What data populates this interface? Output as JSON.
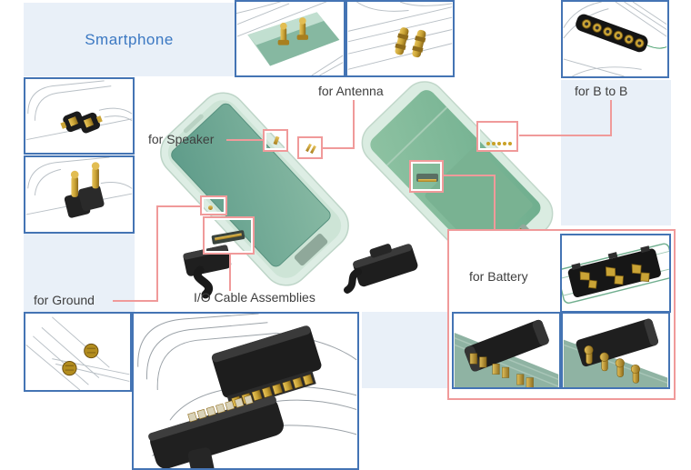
{
  "page": {
    "title": "Smartphone"
  },
  "annotations": {
    "speaker": "for Speaker",
    "antenna": "for Antenna",
    "ground": "for Ground",
    "io": "I/O Cable Assemblies",
    "btob": "for B to B",
    "battery": "for Battery"
  },
  "colors": {
    "panel_blue": "#e9f0f8",
    "tile_border_blue": "#4474b4",
    "leader_salmon": "#f09a9a",
    "title_blue": "#3b78c2",
    "label_gray": "#3e3e3e",
    "phone_shell_green": "#dcede3",
    "phone_screen_teal": "#6fa894",
    "phone_back_green": "#82bb9b",
    "connector_gold": "#c9a227",
    "connector_black": "#1e1e1e",
    "pcb_green": "#8fb3a3"
  },
  "tiles": [
    {
      "name": "antenna-pogo-pins-on-block-render"
    },
    {
      "name": "antenna-pogo-pins-wireframe-render"
    },
    {
      "name": "b-to-b-socket-strip-render"
    },
    {
      "name": "ground-smt-contact-render"
    },
    {
      "name": "ground-pogo-pin-connector-render"
    },
    {
      "name": "ground-screw-contacts-render"
    },
    {
      "name": "io-cable-assembly-docking-render"
    },
    {
      "name": "battery-connector-top-view-render"
    },
    {
      "name": "battery-connector-smt-leads-render"
    },
    {
      "name": "battery-connector-pins-render"
    }
  ]
}
